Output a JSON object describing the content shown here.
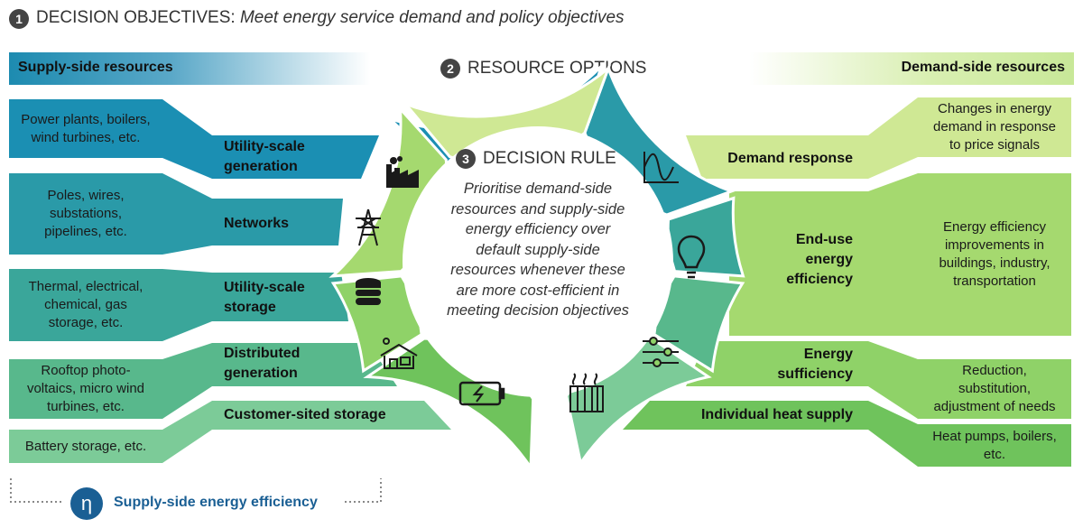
{
  "header": {
    "step1_number": "1",
    "step1_label": "DECISION OBJECTIVES:",
    "step1_text": "Meet energy service demand and policy objectives"
  },
  "resource_options": {
    "number": "2",
    "label": "RESOURCE OPTIONS"
  },
  "supply_side": {
    "title": "Supply-side resources",
    "items": [
      {
        "label": "Utility-scale generation",
        "label_lines": [
          "Utility-scale",
          "generation"
        ],
        "desc_lines": [
          "Power plants, boilers,",
          "wind turbines, etc."
        ],
        "icon": "factory-icon"
      },
      {
        "label": "Networks",
        "label_lines": [
          "Networks"
        ],
        "desc_lines": [
          "Poles, wires,",
          "substations,",
          "pipelines, etc."
        ],
        "icon": "power-pylon-icon"
      },
      {
        "label": "Utility-scale storage",
        "label_lines": [
          "Utility-scale",
          "storage"
        ],
        "desc_lines": [
          "Thermal, electrical,",
          "chemical, gas",
          "storage, etc."
        ],
        "icon": "database-storage-icon"
      },
      {
        "label": "Distributed generation",
        "label_lines": [
          "Distributed",
          "generation"
        ],
        "desc_lines": [
          "Rooftop photo-",
          "voltaics, micro wind",
          "turbines, etc."
        ],
        "icon": "solar-house-icon"
      },
      {
        "label": "Customer-sited storage",
        "label_lines": [
          "Customer-sited storage"
        ],
        "desc_lines": [
          "Battery storage, etc."
        ],
        "icon": "battery-icon"
      }
    ]
  },
  "demand_side": {
    "title": "Demand-side resources",
    "items": [
      {
        "label": "Demand response",
        "label_lines": [
          "Demand response"
        ],
        "desc_lines": [
          "Changes in energy",
          "demand in response",
          "to price signals"
        ],
        "icon": "waveform-icon"
      },
      {
        "label": "End-use energy efficiency",
        "label_lines": [
          "End-use",
          "energy",
          "efficiency"
        ],
        "desc_lines": [
          "Energy efficiency",
          "improvements in",
          "buildings, industry,",
          "transportation"
        ],
        "icon": "lightbulb-icon"
      },
      {
        "label": "Energy sufficiency",
        "label_lines": [
          "Energy",
          "sufficiency"
        ],
        "desc_lines": [
          "Reduction,",
          "substitution,",
          "adjustment of needs"
        ],
        "icon": "sliders-icon"
      },
      {
        "label": "Individual heat supply",
        "label_lines": [
          "Individual heat supply"
        ],
        "desc_lines": [
          "Heat pumps, boilers,",
          "etc."
        ],
        "icon": "radiator-icon"
      }
    ]
  },
  "decision_rule": {
    "number": "3",
    "label": "DECISION RULE",
    "text_lines": [
      "Prioritise demand-side",
      "resources and supply-side",
      "energy efficiency over",
      "default supply-side",
      "resources whenever these",
      "are more cost-efficient in",
      "meeting decision objectives"
    ]
  },
  "footer": {
    "symbol": "η",
    "label": "Supply-side energy efficiency"
  },
  "colors": {
    "supply_dark": "#1b8fb3",
    "supply_mid": "#2a9aa8",
    "supply_teal": "#3aa69a",
    "supply_green": "#58b88c",
    "supply_light": "#7ccb98",
    "demand_lime": "#cfe894",
    "demand_green": "#a5d96f",
    "demand_mid": "#8fd268",
    "demand_dark": "#6fc35c",
    "footer_blue": "#1a5f94"
  }
}
